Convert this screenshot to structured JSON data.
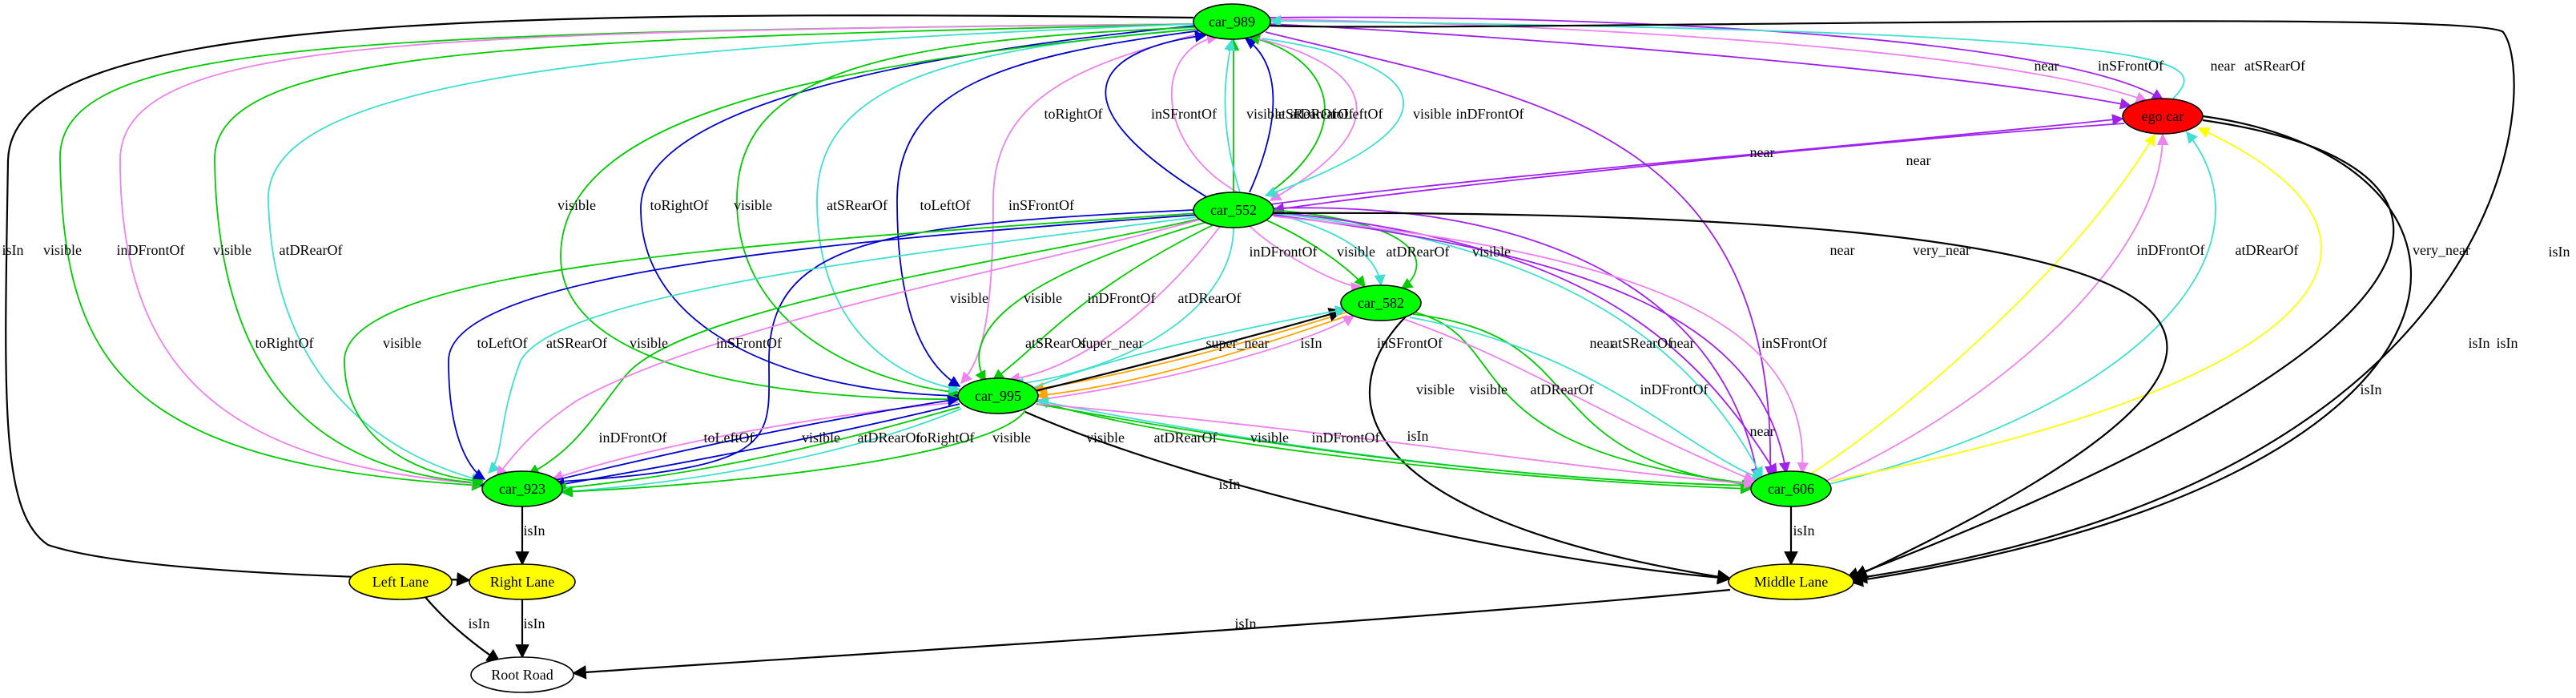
{
  "colors": {
    "ego": "#ff0000",
    "car": "#00ff00",
    "lane": "#ffff00",
    "road": "#ffffff",
    "visible": "#00cc00",
    "near": "#a020f0",
    "inSFrontOf": "#ee82ee",
    "inDFrontOf": "#ee82ee",
    "atSRearOf": "#40e0d0",
    "atDRearOf": "#40e0d0",
    "toLeftOf": "#0000cd",
    "toRightOf": "#0000cd",
    "isIn": "#000000",
    "super_near": "#ffa500",
    "very_near": "#ffff00"
  },
  "nodes": [
    {
      "id": "car_989",
      "label": "car_989",
      "kind": "car"
    },
    {
      "id": "ego",
      "label": "ego car",
      "kind": "ego"
    },
    {
      "id": "car_552",
      "label": "car_552",
      "kind": "car"
    },
    {
      "id": "car_582",
      "label": "car_582",
      "kind": "car"
    },
    {
      "id": "car_995",
      "label": "car_995",
      "kind": "car"
    },
    {
      "id": "car_923",
      "label": "car_923",
      "kind": "car"
    },
    {
      "id": "car_606",
      "label": "car_606",
      "kind": "car"
    },
    {
      "id": "left_lane",
      "label": "Left Lane",
      "kind": "lane"
    },
    {
      "id": "right_lane",
      "label": "Right Lane",
      "kind": "lane"
    },
    {
      "id": "middle_lane",
      "label": "Middle Lane",
      "kind": "lane"
    },
    {
      "id": "root_road",
      "label": "Root Road",
      "kind": "road"
    }
  ],
  "edges": [
    {
      "label": "near",
      "rel": "near"
    },
    {
      "label": "inSFrontOf",
      "rel": "inSFrontOf"
    },
    {
      "label": "near",
      "rel": "near"
    },
    {
      "label": "atSRearOf",
      "rel": "atSRearOf"
    },
    {
      "label": "isIn",
      "rel": "isIn"
    },
    {
      "label": "visible",
      "rel": "visible"
    },
    {
      "label": "inDFrontOf",
      "rel": "inDFrontOf"
    },
    {
      "label": "visible",
      "rel": "visible"
    },
    {
      "label": "atDRearOf",
      "rel": "atDRearOf"
    },
    {
      "label": "isIn",
      "rel": "isIn"
    },
    {
      "label": "toRightOf",
      "rel": "toRightOf"
    },
    {
      "label": "visible",
      "rel": "visible"
    },
    {
      "label": "atSRearOf",
      "rel": "atSRearOf"
    },
    {
      "label": "toLeftOf",
      "rel": "toLeftOf"
    },
    {
      "label": "inSFrontOf",
      "rel": "inSFrontOf"
    },
    {
      "label": "visible",
      "rel": "visible"
    },
    {
      "label": "inSFrontOf",
      "rel": "inSFrontOf"
    },
    {
      "label": "toRightOf",
      "rel": "toRightOf"
    },
    {
      "label": "visible",
      "rel": "visible"
    },
    {
      "label": "atSRearOf",
      "rel": "atSRearOf"
    },
    {
      "label": "toLeftOf",
      "rel": "toLeftOf"
    },
    {
      "label": "visible",
      "rel": "visible"
    },
    {
      "label": "near",
      "rel": "near"
    },
    {
      "label": "inDFrontOf",
      "rel": "inDFrontOf"
    },
    {
      "label": "near",
      "rel": "near"
    },
    {
      "label": "atDRearOf",
      "rel": "atDRearOf"
    },
    {
      "label": "near",
      "rel": "near"
    },
    {
      "label": "near",
      "rel": "near"
    },
    {
      "label": "toRightOf",
      "rel": "toRightOf"
    },
    {
      "label": "visible",
      "rel": "visible"
    },
    {
      "label": "toLeftOf",
      "rel": "toLeftOf"
    },
    {
      "label": "atSRearOf",
      "rel": "atSRearOf"
    },
    {
      "label": "visible",
      "rel": "visible"
    },
    {
      "label": "inSFrontOf",
      "rel": "inSFrontOf"
    },
    {
      "label": "visible",
      "rel": "visible"
    },
    {
      "label": "visible",
      "rel": "visible"
    },
    {
      "label": "inDFrontOf",
      "rel": "inDFrontOf"
    },
    {
      "label": "atDRearOf",
      "rel": "atDRearOf"
    },
    {
      "label": "inDFrontOf",
      "rel": "inDFrontOf"
    },
    {
      "label": "visible",
      "rel": "visible"
    },
    {
      "label": "atDRearOf",
      "rel": "atDRearOf"
    },
    {
      "label": "visible",
      "rel": "visible"
    },
    {
      "label": "atSRearOf",
      "rel": "atSRearOf"
    },
    {
      "label": "super_near",
      "rel": "super_near"
    },
    {
      "label": "super_near",
      "rel": "super_near"
    },
    {
      "label": "isIn",
      "rel": "isIn"
    },
    {
      "label": "inSFrontOf",
      "rel": "inSFrontOf"
    },
    {
      "label": "atSRearOf",
      "rel": "atSRearOf"
    },
    {
      "label": "near",
      "rel": "near"
    },
    {
      "label": "near",
      "rel": "near"
    },
    {
      "label": "inSFrontOf",
      "rel": "inSFrontOf"
    },
    {
      "label": "visible",
      "rel": "visible"
    },
    {
      "label": "visible",
      "rel": "visible"
    },
    {
      "label": "atDRearOf",
      "rel": "atDRearOf"
    },
    {
      "label": "inDFrontOf",
      "rel": "inDFrontOf"
    },
    {
      "label": "isIn",
      "rel": "isIn"
    },
    {
      "label": "inDFrontOf",
      "rel": "inDFrontOf"
    },
    {
      "label": "toLeftOf",
      "rel": "toLeftOf"
    },
    {
      "label": "visible",
      "rel": "visible"
    },
    {
      "label": "atDRearOf",
      "rel": "atDRearOf"
    },
    {
      "label": "toRightOf",
      "rel": "toRightOf"
    },
    {
      "label": "visible",
      "rel": "visible"
    },
    {
      "label": "visible",
      "rel": "visible"
    },
    {
      "label": "atDRearOf",
      "rel": "atDRearOf"
    },
    {
      "label": "visible",
      "rel": "visible"
    },
    {
      "label": "inDFrontOf",
      "rel": "inDFrontOf"
    },
    {
      "label": "isIn",
      "rel": "isIn"
    },
    {
      "label": "very_near",
      "rel": "very_near"
    },
    {
      "label": "inDFrontOf",
      "rel": "inDFrontOf"
    },
    {
      "label": "atDRearOf",
      "rel": "atDRearOf"
    },
    {
      "label": "very_near",
      "rel": "very_near"
    },
    {
      "label": "isIn",
      "rel": "isIn"
    },
    {
      "label": "isIn",
      "rel": "isIn"
    },
    {
      "label": "isIn",
      "rel": "isIn"
    },
    {
      "label": "isIn",
      "rel": "isIn"
    },
    {
      "label": "isIn",
      "rel": "isIn"
    },
    {
      "label": "isIn",
      "rel": "isIn"
    },
    {
      "label": "isIn",
      "rel": "isIn"
    },
    {
      "label": "isIn",
      "rel": "isIn"
    }
  ]
}
